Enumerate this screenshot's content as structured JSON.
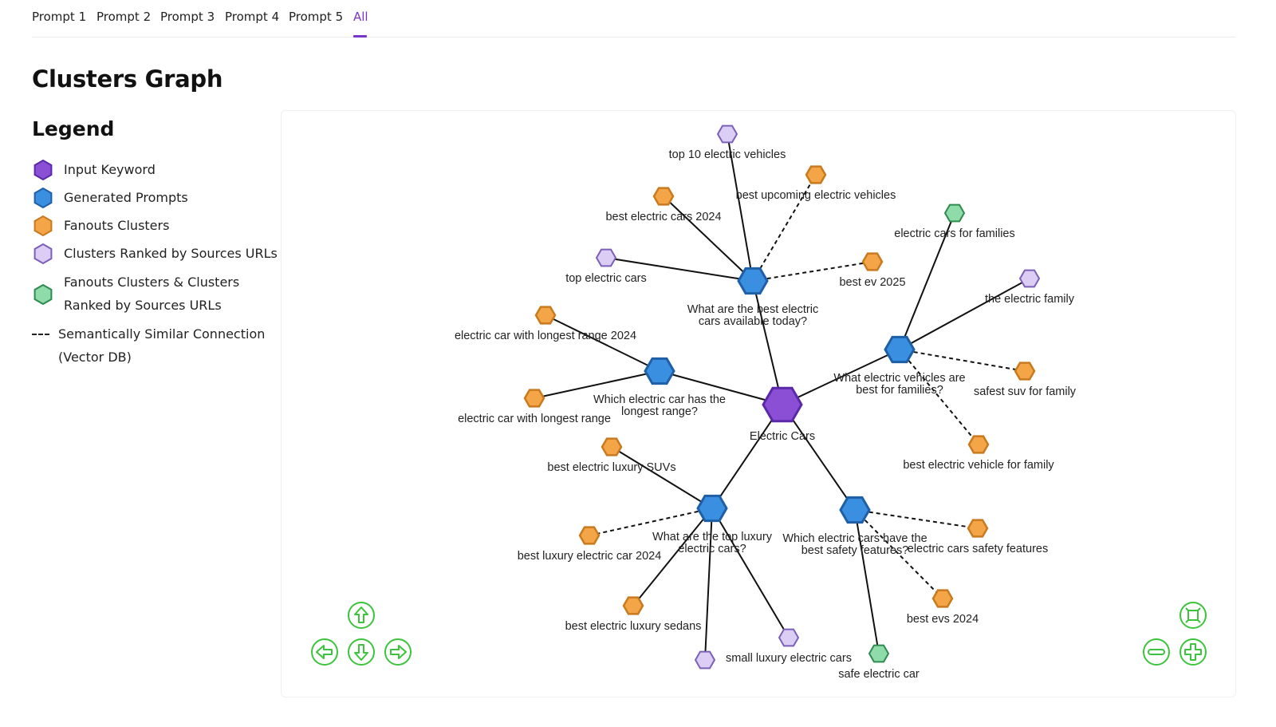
{
  "tabs": [
    {
      "label": "Prompt 1",
      "active": false
    },
    {
      "label": "Prompt 2",
      "active": false
    },
    {
      "label": "Prompt 3",
      "active": false
    },
    {
      "label": "Prompt 4",
      "active": false
    },
    {
      "label": "Prompt 5",
      "active": false
    },
    {
      "label": "All",
      "active": true
    }
  ],
  "page_title": "Clusters Graph",
  "legend": {
    "title": "Legend",
    "items": [
      {
        "label": "Input Keyword",
        "fill": "#8b4fd6",
        "stroke": "#5a28a8",
        "icon": "hexagon-icon"
      },
      {
        "label": "Generated Prompts",
        "fill": "#3a8fe0",
        "stroke": "#1f5fa6",
        "icon": "hexagon-icon"
      },
      {
        "label": "Fanouts Clusters",
        "fill": "#f4a547",
        "stroke": "#c97a1e",
        "icon": "hexagon-icon"
      },
      {
        "label": "Clusters Ranked by Sources URLs",
        "fill": "#dccdf5",
        "stroke": "#7b5fb8",
        "icon": "hexagon-icon"
      },
      {
        "label": "Fanouts Clusters & Clusters\nRanked by Sources URLs",
        "fill": "#8fdcaa",
        "stroke": "#2f8a4f",
        "icon": "hexagon-icon"
      }
    ],
    "dashed": {
      "label": "Semantically Similar Connection\n(Vector DB)",
      "icon": "dashed-line-icon"
    }
  },
  "colors": {
    "accent": "#7b34c9",
    "nav_controls": "#3cc43c",
    "keyword": {
      "fill": "#8b4fd6",
      "stroke": "#5a28a8"
    },
    "prompt": {
      "fill": "#3a8fe0",
      "stroke": "#1f5fa6"
    },
    "fanout": {
      "fill": "#f4a547",
      "stroke": "#c97a1e"
    },
    "ranked": {
      "fill": "#dccdf5",
      "stroke": "#7b5fb8"
    },
    "both": {
      "fill": "#8fdcaa",
      "stroke": "#2f8a4f"
    }
  },
  "graph": {
    "nodes": [
      {
        "id": "kw",
        "type": "keyword",
        "label": "Electric Cars"
      },
      {
        "id": "p1",
        "type": "prompt",
        "label": "What are the best electric\ncars available today?"
      },
      {
        "id": "p2",
        "type": "prompt",
        "label": "What electric vehicles are\nbest for families?"
      },
      {
        "id": "p3",
        "type": "prompt",
        "label": "Which electric car has the\nlongest range?"
      },
      {
        "id": "p4",
        "type": "prompt",
        "label": "What are the top luxury\nelectric cars?"
      },
      {
        "id": "p5",
        "type": "prompt",
        "label": "Which electric cars have the\nbest safety features?"
      },
      {
        "id": "c1",
        "type": "ranked",
        "label": "top 10 electric vehicles"
      },
      {
        "id": "c2",
        "type": "fanout",
        "label": "best upcoming electric vehicles"
      },
      {
        "id": "c3",
        "type": "fanout",
        "label": "best electric cars 2024"
      },
      {
        "id": "c4",
        "type": "ranked",
        "label": "top electric cars"
      },
      {
        "id": "c5",
        "type": "fanout",
        "label": "best ev 2025"
      },
      {
        "id": "c6",
        "type": "both",
        "label": "electric cars for families"
      },
      {
        "id": "c7",
        "type": "ranked",
        "label": "the electric family"
      },
      {
        "id": "c8",
        "type": "fanout",
        "label": "safest suv for family"
      },
      {
        "id": "c9",
        "type": "fanout",
        "label": "best electric vehicle for family"
      },
      {
        "id": "c10",
        "type": "fanout",
        "label": "electric car with longest range 2024"
      },
      {
        "id": "c11",
        "type": "fanout",
        "label": "electric car with longest range"
      },
      {
        "id": "c12",
        "type": "fanout",
        "label": "best electric luxury SUVs"
      },
      {
        "id": "c13",
        "type": "fanout",
        "label": "best luxury electric car 2024"
      },
      {
        "id": "c14",
        "type": "fanout",
        "label": "best electric luxury sedans"
      },
      {
        "id": "c15",
        "type": "ranked",
        "label": ""
      },
      {
        "id": "c16",
        "type": "ranked",
        "label": "small luxury electric cars"
      },
      {
        "id": "c17",
        "type": "fanout",
        "label": "electric cars safety features"
      },
      {
        "id": "c18",
        "type": "fanout",
        "label": "best evs 2024"
      },
      {
        "id": "c19",
        "type": "both",
        "label": "safe electric car"
      }
    ],
    "edges": [
      {
        "from": "kw",
        "to": "p1",
        "dashed": false
      },
      {
        "from": "kw",
        "to": "p2",
        "dashed": false
      },
      {
        "from": "kw",
        "to": "p3",
        "dashed": false
      },
      {
        "from": "kw",
        "to": "p4",
        "dashed": false
      },
      {
        "from": "kw",
        "to": "p5",
        "dashed": false
      },
      {
        "from": "p1",
        "to": "c1",
        "dashed": false
      },
      {
        "from": "p1",
        "to": "c2",
        "dashed": true
      },
      {
        "from": "p1",
        "to": "c3",
        "dashed": false
      },
      {
        "from": "p1",
        "to": "c4",
        "dashed": false
      },
      {
        "from": "p1",
        "to": "c5",
        "dashed": true
      },
      {
        "from": "p2",
        "to": "c6",
        "dashed": false
      },
      {
        "from": "p2",
        "to": "c7",
        "dashed": false
      },
      {
        "from": "p2",
        "to": "c8",
        "dashed": true
      },
      {
        "from": "p2",
        "to": "c9",
        "dashed": true
      },
      {
        "from": "p3",
        "to": "c10",
        "dashed": false
      },
      {
        "from": "p3",
        "to": "c11",
        "dashed": false
      },
      {
        "from": "p4",
        "to": "c12",
        "dashed": false
      },
      {
        "from": "p4",
        "to": "c13",
        "dashed": true
      },
      {
        "from": "p4",
        "to": "c14",
        "dashed": false
      },
      {
        "from": "p4",
        "to": "c15",
        "dashed": false
      },
      {
        "from": "p4",
        "to": "c16",
        "dashed": false
      },
      {
        "from": "p5",
        "to": "c17",
        "dashed": true
      },
      {
        "from": "p5",
        "to": "c18",
        "dashed": true
      },
      {
        "from": "p5",
        "to": "c19",
        "dashed": false
      }
    ]
  },
  "controls": {
    "up": "arrow-up-icon",
    "left": "arrow-left-icon",
    "down": "arrow-down-icon",
    "right": "arrow-right-icon",
    "fit": "fit-view-icon",
    "zoom_out": "zoom-out-icon",
    "zoom_in": "zoom-in-icon"
  }
}
